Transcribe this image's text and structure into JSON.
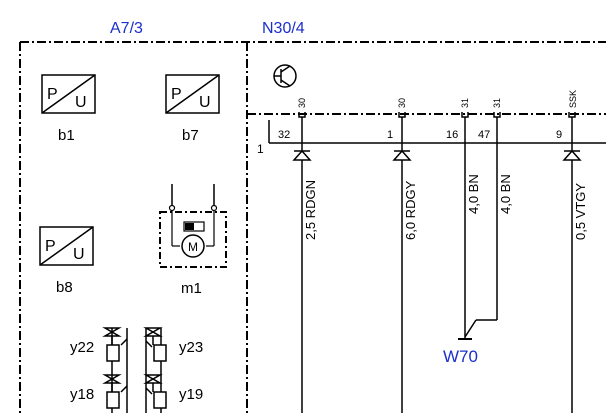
{
  "modules": [
    {
      "id": "A7/3"
    },
    {
      "id": "N30/4"
    }
  ],
  "sensors": [
    {
      "name": "b1",
      "p": "P",
      "u": "U"
    },
    {
      "name": "b7",
      "p": "P",
      "u": "U"
    },
    {
      "name": "b8",
      "p": "P",
      "u": "U"
    }
  ],
  "motor": {
    "name": "m1",
    "symbol": "M"
  },
  "valves": [
    {
      "name": "y22"
    },
    {
      "name": "y23"
    },
    {
      "name": "y18"
    },
    {
      "name": "y19"
    }
  ],
  "connector_row": "1",
  "pins": [
    {
      "terminal": "30",
      "pin": "32",
      "wire": "2,5 RDGN"
    },
    {
      "terminal": "30",
      "pin": "1",
      "wire": "6,0 RDGY"
    },
    {
      "terminal": "31",
      "pin": "16",
      "wire": "4,0 BN"
    },
    {
      "terminal": "31",
      "pin": "47",
      "wire": "4,0 BN"
    },
    {
      "terminal": "SSK",
      "pin": "9",
      "wire": "0,5 VTGY"
    }
  ],
  "ground_point": "W70",
  "colors": {
    "module_label": "#1a2fcc",
    "line": "#000000"
  }
}
